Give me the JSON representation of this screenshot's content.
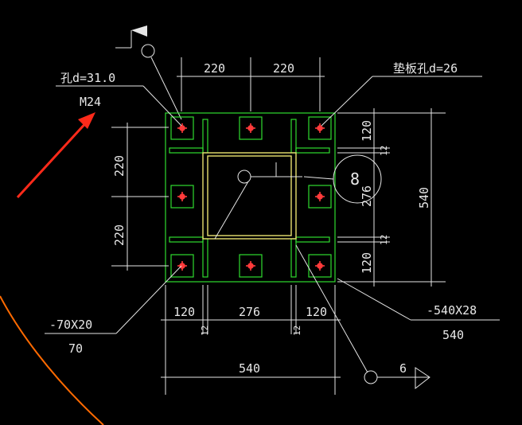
{
  "labels": {
    "hole_d31": "孔d=31.0",
    "bolt_m24": "M24",
    "pad_hole_d26": "垫板孔d=26",
    "plate_70x20": "-70X20",
    "plate_70": "70",
    "plate_540x28": "-540X28",
    "plate_540": "540",
    "dim_top_left": "220",
    "dim_top_right": "220",
    "dim_left_top": "220",
    "dim_left_bottom": "220",
    "dim_right_top": "120",
    "dim_right_mid": "276",
    "dim_right_bottom": "120",
    "dim_right_small_top": "12",
    "dim_right_small_bottom": "12",
    "dim_right_total": "540",
    "dim_bottom_left": "120",
    "dim_bottom_mid": "276",
    "dim_bottom_right": "120",
    "dim_bottom_small_left": "12",
    "dim_bottom_small_right": "12",
    "dim_bottom_total": "540",
    "weld_circle": "8",
    "weld_arrow_label": "6"
  },
  "colors": {
    "plate": "#2fdc2f",
    "bolt_cross": "#ff3b3b",
    "stiffener": "#e8e070",
    "annotation_arrow": "#ff2a1a",
    "arc": "#ff6a00"
  }
}
